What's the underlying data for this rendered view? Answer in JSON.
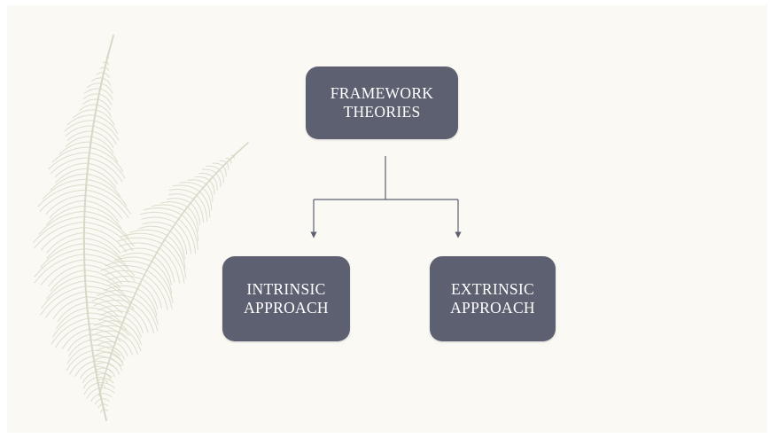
{
  "diagram": {
    "root": {
      "label": "FRAMEWORK\nTHEORIES"
    },
    "children": [
      {
        "label": "INTRINSIC\nAPPROACH"
      },
      {
        "label": "EXTRINSIC\nAPPROACH"
      }
    ]
  },
  "colors": {
    "background": "#faf9f4",
    "node_fill": "#5d6070",
    "node_text": "#ffffff",
    "connector": "#5d6070",
    "feather": "#d9d7c6"
  },
  "decoration": {
    "icon": "feather-icon"
  }
}
